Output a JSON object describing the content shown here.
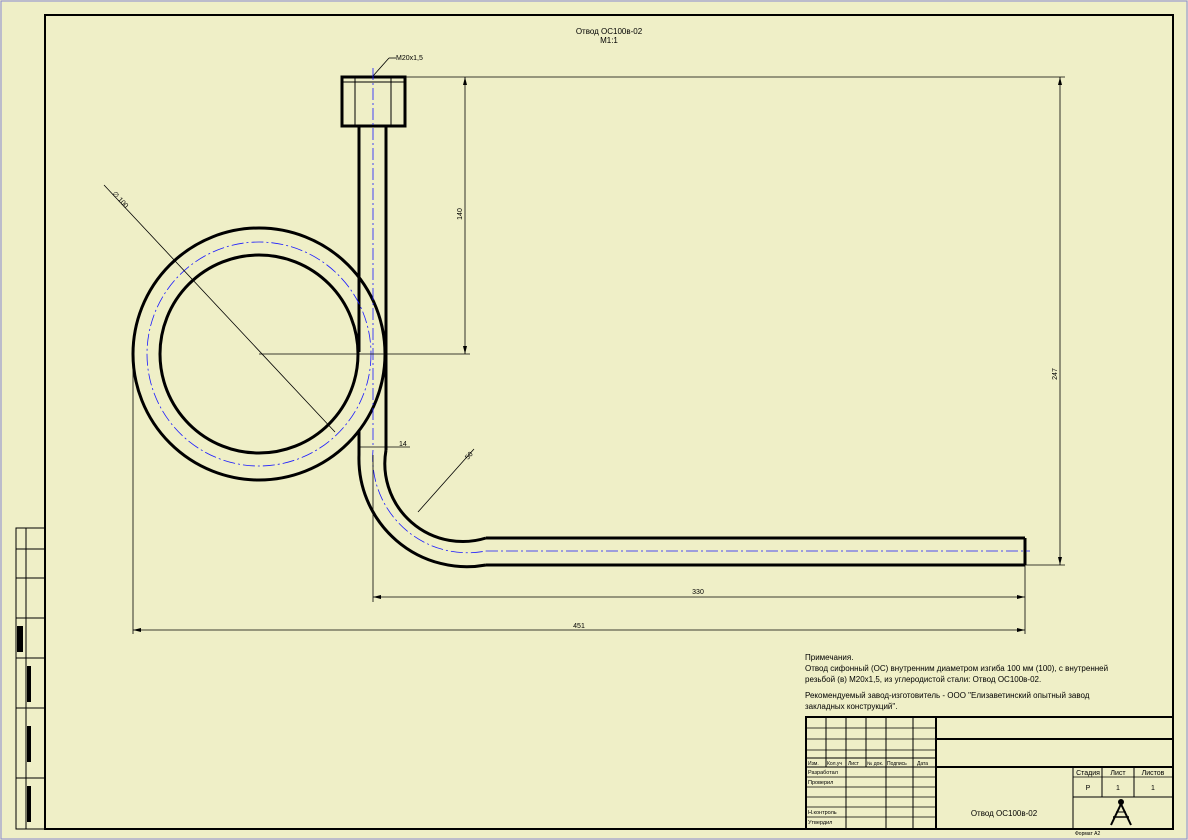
{
  "drawing": {
    "title": "Отвод ОС100в-02",
    "scale": "М1:1",
    "thread_label": "М20х1,5",
    "dims": {
      "bend_diameter": "∅ 100",
      "height_140": "140",
      "height_247": "247",
      "offset_14": "14",
      "radius_50": "50",
      "length_330": "330",
      "length_451": "451"
    }
  },
  "notes": {
    "heading": "Примечания.",
    "line1": "Отвод сифонный (ОС) внутренним диаметром изгиба 100 мм (100), с внутренней",
    "line2": "резьбой (в) М20х1,5, из углеродистой стали: Отвод ОС100в-02.",
    "line3": "Рекомендуемый завод-изготовитель - ООО \"Елизаветинский опытный завод",
    "line4": "закладных конструкций\"."
  },
  "title_block": {
    "cols": [
      "Изм.",
      "Кол.уч",
      "Лист",
      "№ док.",
      "Подпись",
      "Дата"
    ],
    "roles": [
      "Разработал",
      "Проверил",
      "Н.контроль",
      "Утвердил"
    ],
    "stage_header": "Стадия",
    "sheet_header": "Лист",
    "sheets_header": "Листов",
    "stage_value": "Р",
    "sheet_value": "1",
    "sheets_value": "1",
    "name": "Отвод ОС100в-02",
    "format": "Формат А2"
  },
  "colors": {
    "paper": "#efefc7",
    "line": "#000000",
    "centerline": "#1a1aff"
  }
}
